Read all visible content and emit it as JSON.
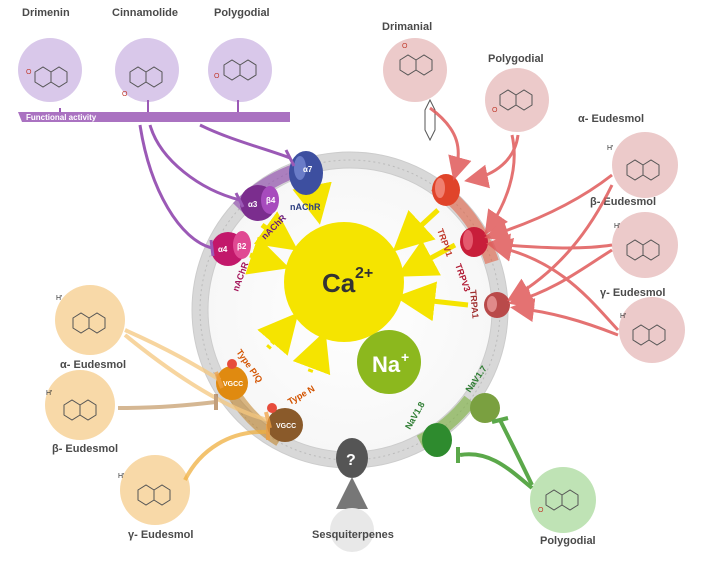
{
  "compounds": {
    "drimenin": "Drimenin",
    "cinnamolide": "Cinnamolide",
    "polygodial_top_left": "Polygodial",
    "drimanial": "Drimanial",
    "polygodial_top_right": "Polygodial",
    "alpha_eudesmol_right": "α- Eudesmol",
    "beta_eudesmol_right": "β- Eudesmol",
    "gamma_eudesmol_right": "γ- Eudesmol",
    "alpha_eudesmol_left": "α- Eudesmol",
    "beta_eudesmol_left": "β- Eudesmol",
    "gamma_eudesmol_left": "γ- Eudesmol",
    "polygodial_bottom": "Polygodial",
    "sesquiterpenes": "Sesquiterpenes"
  },
  "functional_activity": "Functional activity",
  "ions": {
    "calcium": "Ca",
    "calcium_sup": "2+",
    "sodium": "Na",
    "sodium_sup": "+"
  },
  "channels": {
    "a7": "α7",
    "a3b4_a3": "α3",
    "a3b4_b4": "β4",
    "a4b2_a4": "α4",
    "a4b2_b2": "β2",
    "nachr": "nAChR",
    "trpv1": "TRPV1",
    "trpv3": "TRPV3",
    "trpa1": "TRPA1",
    "type_pq": "Type P/Q",
    "type_n": "Type N",
    "vgcc": "VGCC",
    "nav18": "NaV1.8",
    "nav17": "NaV1.7",
    "question": "?"
  },
  "atoms": {
    "oxygen": "O",
    "hydroxyl": "H'"
  },
  "colors": {
    "purple": "#9b59b6",
    "red": "#e05a5a",
    "orange": "#f0a040",
    "green": "#5ba84a",
    "yellow": "#f5e400",
    "na_green": "#8cb81e"
  }
}
